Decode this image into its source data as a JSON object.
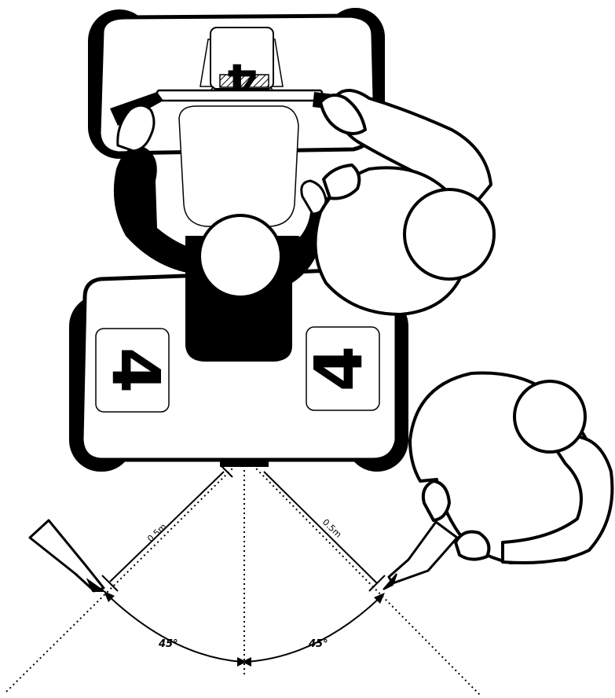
{
  "diagram": {
    "car_number": "4",
    "distance_left": "0.5m",
    "distance_right": "0.5m",
    "angle_left": "45°",
    "angle_right": "45°"
  },
  "colors": {
    "ink": "#000000",
    "paper": "#ffffff"
  }
}
